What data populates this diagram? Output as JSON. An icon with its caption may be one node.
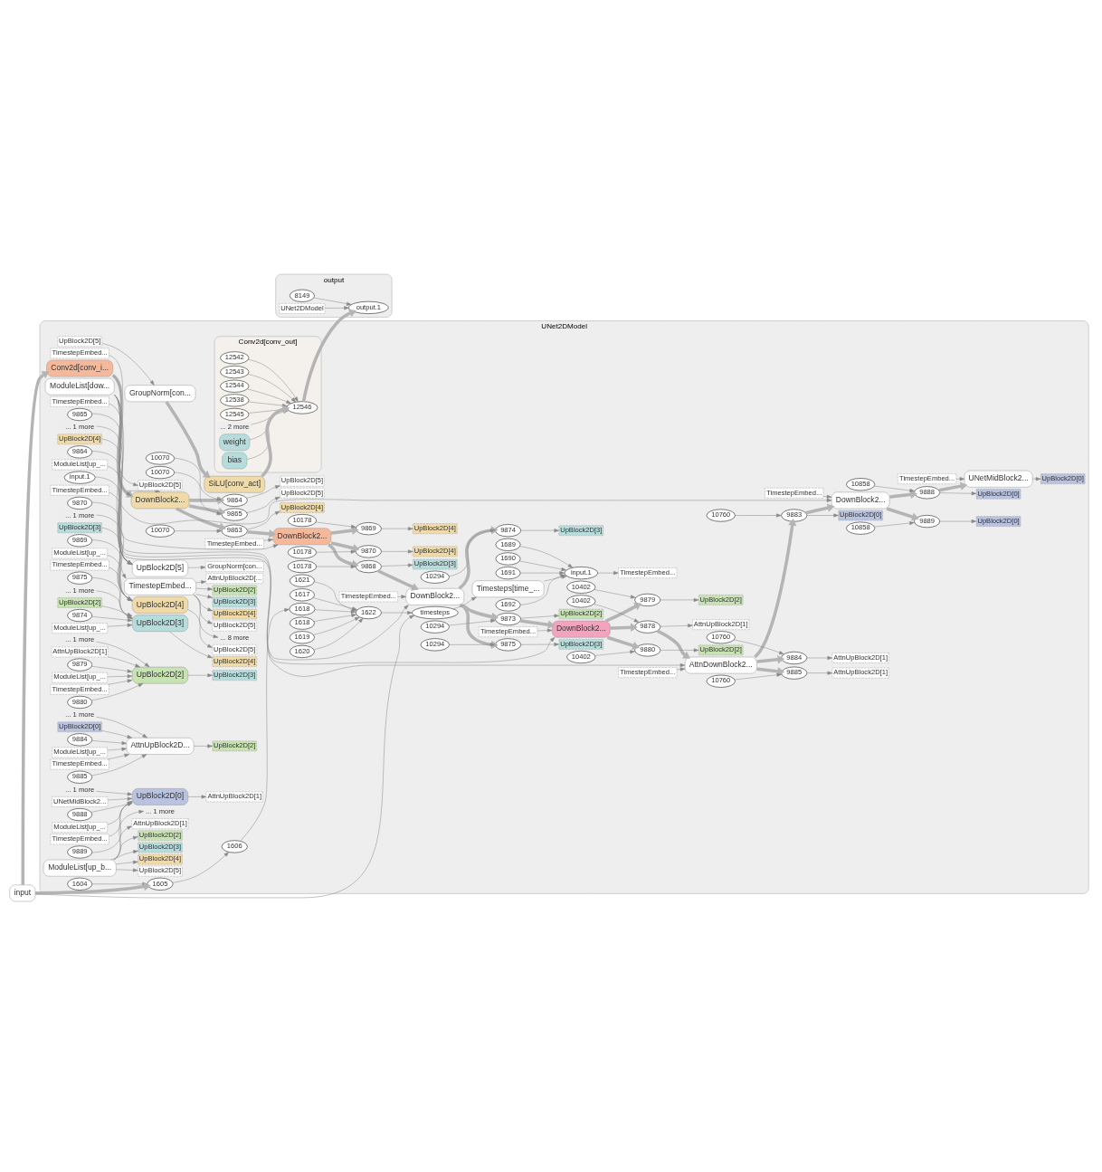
{
  "diagram": {
    "nodes": [
      {
        "text": [
          "output"
        ]
      },
      {
        "text": [
          "output.1"
        ],
        "in": 0
      },
      {
        "text": [
          "8149"
        ],
        "in": 0
      },
      {
        "text": [
          "UNet2DModel"
        ],
        "in": 0
      },
      {
        "text": [
          "UNet2DModel"
        ]
      },
      {
        "text": [
          "Conv2d[conv_out]"
        ],
        "in": 4
      },
      {
        "text": [
          "12546"
        ],
        "in": 5
      },
      {
        "text": [
          "12542"
        ],
        "in": 5
      },
      {
        "text": [
          "12543"
        ],
        "in": 5
      },
      {
        "text": [
          "12544"
        ],
        "in": 5
      },
      {
        "text": [
          "12538"
        ],
        "in": 5
      },
      {
        "text": [
          "12545"
        ],
        "in": 5
      },
      {
        "text": [
          "... 2 more"
        ],
        "in": 5
      },
      {
        "text": [
          "weight"
        ],
        "in": 5
      },
      {
        "text": [
          "bias"
        ],
        "in": 5
      },
      {
        "text": [
          "SiLU[conv_act]"
        ],
        "in": 4
      },
      {
        "text": [
          "GroupNorm[con..."
        ],
        "in": 4
      },
      {
        "text": [
          "UpBlock2D[5]"
        ],
        "in": 4
      },
      {
        "text": [
          "UNetMidBlock2..."
        ],
        "in": 4
      },
      {
        "text": [
          "TimestepEmbed..."
        ],
        "in": 4
      },
      {
        "text": [
          "UpBlock2D[0]"
        ],
        "in": 4
      },
      {
        "text": [
          "DownBlock2..."
        ],
        "in": 4
      },
      {
        "text": [
          "TimestepEmbed..."
        ],
        "in": 4
      },
      {
        "text": [
          "9888"
        ],
        "in": 4
      },
      {
        "text": [
          "10858"
        ],
        "in": 4
      },
      {
        "text": [
          "UpBlock2D[0]"
        ],
        "in": 4
      },
      {
        "text": [
          "9889"
        ],
        "in": 4
      },
      {
        "text": [
          "10858"
        ],
        "in": 4
      },
      {
        "text": [
          "UpBlock2D[0]"
        ],
        "in": 4
      },
      {
        "text": [
          "AttnDownBlock2..."
        ],
        "in": 4
      },
      {
        "text": [
          "TimestepEmbed..."
        ],
        "in": 4
      },
      {
        "text": [
          "9883"
        ],
        "in": 4
      },
      {
        "text": [
          "10760"
        ],
        "in": 4
      },
      {
        "text": [
          "UpBlock2D[0]"
        ],
        "in": 4
      },
      {
        "text": [
          "9884"
        ],
        "in": 4
      },
      {
        "text": [
          "10760"
        ],
        "in": 4
      },
      {
        "text": [
          "AttnUpBlock2D[1]"
        ],
        "in": 4
      },
      {
        "text": [
          "9885"
        ],
        "in": 4
      },
      {
        "text": [
          "10760"
        ],
        "in": 4
      },
      {
        "text": [
          "AttnUpBlock2D[1]"
        ],
        "in": 4
      },
      {
        "text": [
          "DownBlock2..."
        ],
        "in": 4
      },
      {
        "text": [
          "TimestepEmbed..."
        ],
        "in": 4
      },
      {
        "text": [
          "9878"
        ],
        "in": 4
      },
      {
        "text": [
          "10402"
        ],
        "in": 4
      },
      {
        "text": [
          "AttnUpBlock2D[1]"
        ],
        "in": 4
      },
      {
        "text": [
          "9879"
        ],
        "in": 4
      },
      {
        "text": [
          "10402"
        ],
        "in": 4
      },
      {
        "text": [
          "UpBlock2D[2]"
        ],
        "in": 4
      },
      {
        "text": [
          "9880"
        ],
        "in": 4
      },
      {
        "text": [
          "10402"
        ],
        "in": 4
      },
      {
        "text": [
          "UpBlock2D[2]"
        ],
        "in": 4
      },
      {
        "text": [
          "DownBlock2..."
        ],
        "in": 4
      },
      {
        "text": [
          "TimestepEmbed..."
        ],
        "in": 4
      },
      {
        "text": [
          "9873"
        ],
        "in": 4
      },
      {
        "text": [
          "10294"
        ],
        "in": 4
      },
      {
        "text": [
          "UpBlock2D[2]"
        ],
        "in": 4
      },
      {
        "text": [
          "9874"
        ],
        "in": 4
      },
      {
        "text": [
          "10294"
        ],
        "in": 4
      },
      {
        "text": [
          "UpBlock2D[3]"
        ],
        "in": 4
      },
      {
        "text": [
          "9875"
        ],
        "in": 4
      },
      {
        "text": [
          "10294"
        ],
        "in": 4
      },
      {
        "text": [
          "UpBlock2D[3]"
        ],
        "in": 4
      },
      {
        "text": [
          "DownBlock2..."
        ],
        "in": 4
      },
      {
        "text": [
          "TimestepEmbed..."
        ],
        "in": 4
      },
      {
        "text": [
          "9868"
        ],
        "in": 4
      },
      {
        "text": [
          "10178"
        ],
        "in": 4
      },
      {
        "text": [
          "UpBlock2D[3]"
        ],
        "in": 4
      },
      {
        "text": [
          "9869"
        ],
        "in": 4
      },
      {
        "text": [
          "10178"
        ],
        "in": 4
      },
      {
        "text": [
          "UpBlock2D[4]"
        ],
        "in": 4
      },
      {
        "text": [
          "9870"
        ],
        "in": 4
      },
      {
        "text": [
          "10178"
        ],
        "in": 4
      },
      {
        "text": [
          "UpBlock2D[4]"
        ],
        "in": 4
      },
      {
        "text": [
          "DownBlock2..."
        ],
        "in": 4
      },
      {
        "text": [
          "TimestepEmbed..."
        ],
        "in": 4
      },
      {
        "text": [
          "9863"
        ],
        "in": 4
      },
      {
        "text": [
          "10070"
        ],
        "in": 4
      },
      {
        "text": [
          "UpBlock2D[4]"
        ],
        "in": 4
      },
      {
        "text": [
          "9864"
        ],
        "in": 4
      },
      {
        "text": [
          "10070"
        ],
        "in": 4
      },
      {
        "text": [
          "UpBlock2D[5]"
        ],
        "in": 4
      },
      {
        "text": [
          "9865"
        ],
        "in": 4
      },
      {
        "text": [
          "10070"
        ],
        "in": 4
      },
      {
        "text": [
          "UpBlock2D[5]"
        ],
        "in": 4
      },
      {
        "text": [
          "Conv2d[conv_i..."
        ],
        "in": 4
      },
      {
        "text": [
          "UpBlock2D[5]"
        ],
        "in": 4
      },
      {
        "text": [
          "1605"
        ],
        "in": 4
      },
      {
        "text": [
          "1604"
        ],
        "in": 4
      },
      {
        "text": [
          "1606"
        ],
        "in": 4
      },
      {
        "text": [
          "1618"
        ],
        "in": 4
      },
      {
        "text": [
          "1622"
        ],
        "in": 4
      },
      {
        "text": [
          "1617"
        ],
        "in": 4
      },
      {
        "text": [
          "1618"
        ],
        "in": 4
      },
      {
        "text": [
          "1619"
        ],
        "in": 4
      },
      {
        "text": [
          "1620"
        ],
        "in": 4
      },
      {
        "text": [
          "1621"
        ],
        "in": 4
      },
      {
        "text": [
          "timesteps"
        ],
        "in": 4
      },
      {
        "text": [
          "Timesteps[time_..."
        ],
        "in": 4
      },
      {
        "text": [
          "input.1"
        ],
        "in": 4
      },
      {
        "text": [
          "1689"
        ],
        "in": 4
      },
      {
        "text": [
          "1690"
        ],
        "in": 4
      },
      {
        "text": [
          "1691"
        ],
        "in": 4
      },
      {
        "text": [
          "1692"
        ],
        "in": 4
      },
      {
        "text": [
          "TimestepEmbed..."
        ],
        "in": 4
      },
      {
        "text": [
          "ModuleList[dow..."
        ],
        "in": 4
      },
      {
        "text": [
          "input"
        ]
      },
      {
        "text": [
          "UpBlock2D[5]"
        ],
        "in": 4
      },
      {
        "text": [
          "UpBlock2D[4]"
        ],
        "in": 4
      },
      {
        "text": [
          "9864"
        ],
        "in": 4
      },
      {
        "text": [
          "ModuleList[up_..."
        ],
        "in": 4
      },
      {
        "text": [
          "TimestepEmbed..."
        ],
        "in": 4
      },
      {
        "text": [
          "9865"
        ],
        "in": 4
      },
      {
        "text": [
          "... 1 more"
        ],
        "in": 4
      },
      {
        "text": [
          "GroupNorm[con..."
        ],
        "in": 4
      },
      {
        "text": [
          "input.1"
        ],
        "in": 4
      },
      {
        "text": [
          "TimestepEmbed..."
        ],
        "in": 4
      },
      {
        "text": [
          "UpBlock2D[5]"
        ],
        "in": 4
      },
      {
        "text": [
          "UpBlock2D[4]"
        ],
        "in": 4
      },
      {
        "text": [
          "UpBlock2D[3]"
        ],
        "in": 4
      },
      {
        "text": [
          "UpBlock2D[2]"
        ],
        "in": 4
      },
      {
        "text": [
          "AttnUpBlock2D[..."
        ],
        "in": 4
      },
      {
        "text": [
          "... 8 more"
        ],
        "in": 4
      },
      {
        "text": [
          "UpBlock2D[4]"
        ],
        "in": 4
      },
      {
        "text": [
          "UpBlock2D[3]"
        ],
        "in": 4
      },
      {
        "text": [
          "9869"
        ],
        "in": 4
      },
      {
        "text": [
          "ModuleList[up_..."
        ],
        "in": 4
      },
      {
        "text": [
          "TimestepEmbed..."
        ],
        "in": 4
      },
      {
        "text": [
          "9870"
        ],
        "in": 4
      },
      {
        "text": [
          "... 1 more"
        ],
        "in": 4
      },
      {
        "text": [
          "UpBlock2D[5]"
        ],
        "in": 4
      },
      {
        "text": [
          "UpBlock2D[3]"
        ],
        "in": 4
      },
      {
        "text": [
          "UpBlock2D[2]"
        ],
        "in": 4
      },
      {
        "text": [
          "9874"
        ],
        "in": 4
      },
      {
        "text": [
          "ModuleList[up_..."
        ],
        "in": 4
      },
      {
        "text": [
          "TimestepEmbed..."
        ],
        "in": 4
      },
      {
        "text": [
          "9875"
        ],
        "in": 4
      },
      {
        "text": [
          "... 1 more"
        ],
        "in": 4
      },
      {
        "text": [
          "UpBlock2D[4]"
        ],
        "in": 4
      },
      {
        "text": [
          "UpBlock2D[2]"
        ],
        "in": 4
      },
      {
        "text": [
          "AttnUpBlock2D[1]"
        ],
        "in": 4
      },
      {
        "text": [
          "9879"
        ],
        "in": 4
      },
      {
        "text": [
          "ModuleList[up_..."
        ],
        "in": 4
      },
      {
        "text": [
          "TimestepEmbed..."
        ],
        "in": 4
      },
      {
        "text": [
          "9880"
        ],
        "in": 4
      },
      {
        "text": [
          "... 1 more"
        ],
        "in": 4
      },
      {
        "text": [
          "UpBlock2D[3]"
        ],
        "in": 4
      },
      {
        "text": [
          "AttnUpBlock2D..."
        ],
        "in": 4
      },
      {
        "text": [
          "UpBlock2D[0]"
        ],
        "in": 4
      },
      {
        "text": [
          "9884"
        ],
        "in": 4
      },
      {
        "text": [
          "ModuleList[up_..."
        ],
        "in": 4
      },
      {
        "text": [
          "TimestepEmbed..."
        ],
        "in": 4
      },
      {
        "text": [
          "9885"
        ],
        "in": 4
      },
      {
        "text": [
          "... 1 more"
        ],
        "in": 4
      },
      {
        "text": [
          "UpBlock2D[2]"
        ],
        "in": 4
      },
      {
        "text": [
          "UpBlock2D[0]"
        ],
        "in": 4
      },
      {
        "text": [
          "UNetMidBlock2..."
        ],
        "in": 4
      },
      {
        "text": [
          "9888"
        ],
        "in": 4
      },
      {
        "text": [
          "ModuleList[up_..."
        ],
        "in": 4
      },
      {
        "text": [
          "TimestepEmbed..."
        ],
        "in": 4
      },
      {
        "text": [
          "9889"
        ],
        "in": 4
      },
      {
        "text": [
          "... 1 more"
        ],
        "in": 4
      },
      {
        "text": [
          "AttnUpBlock2D[1]"
        ],
        "in": 4
      },
      {
        "text": [
          "ModuleList[up_b..."
        ],
        "in": 4
      },
      {
        "text": [
          "UpBlock2D[5]"
        ],
        "in": 4
      },
      {
        "text": [
          "UpBlock2D[4]"
        ],
        "in": 4
      },
      {
        "text": [
          "UpBlock2D[3]"
        ],
        "in": 4
      },
      {
        "text": [
          "UpBlock2D[2]"
        ],
        "in": 4
      },
      {
        "text": [
          "AttnUpBlock2D[1]"
        ],
        "in": 4
      },
      {
        "text": [
          "... 1 more"
        ],
        "in": 4
      }
    ],
    "edges": [
      {
        "from": 2,
        "to": 1,
        "arrow": "to"
      },
      {
        "from": 3,
        "to": 1,
        "arrow": "to"
      },
      {
        "from": 6,
        "to": 1,
        "arrow": "to",
        "style": "thick"
      },
      {
        "from": 7,
        "to": 6,
        "arrow": "to"
      },
      {
        "from": 8,
        "to": 6,
        "arrow": "to"
      },
      {
        "from": 9,
        "to": 6,
        "arrow": "to"
      },
      {
        "from": 10,
        "to": 6,
        "arrow": "to"
      },
      {
        "from": 11,
        "to": 6,
        "arrow": "to"
      },
      {
        "from": 12,
        "to": 6,
        "arrow": "to"
      },
      {
        "from": 13,
        "to": 6,
        "arrow": "none"
      },
      {
        "from": 14,
        "to": 6,
        "arrow": "none"
      },
      {
        "from": 16,
        "to": 15,
        "arrow": "to",
        "style": "thick"
      },
      {
        "from": 15,
        "to": 6,
        "arrow": "to",
        "style": "thick"
      },
      {
        "from": 17,
        "to": 16,
        "arrow": "to"
      },
      {
        "from": 19,
        "to": 18,
        "arrow": "to"
      },
      {
        "from": 18,
        "to": 20,
        "arrow": "to"
      },
      {
        "from": 22,
        "to": 21,
        "arrow": "to"
      },
      {
        "from": 24,
        "to": 23,
        "arrow": "to"
      },
      {
        "from": 23,
        "to": 25,
        "arrow": "to"
      },
      {
        "from": 21,
        "to": 23,
        "arrow": "to",
        "style": "thick"
      },
      {
        "from": 23,
        "to": 18,
        "arrow": "to",
        "style": "thick"
      },
      {
        "from": 27,
        "to": 26,
        "arrow": "to"
      },
      {
        "from": 26,
        "to": 28,
        "arrow": "to"
      },
      {
        "from": 21,
        "to": 26,
        "arrow": "to",
        "style": "thick"
      },
      {
        "from": 30,
        "to": 29,
        "arrow": "to"
      },
      {
        "from": 32,
        "to": 31,
        "arrow": "to"
      },
      {
        "from": 31,
        "to": 33,
        "arrow": "to"
      },
      {
        "from": 29,
        "to": 31,
        "arrow": "to",
        "style": "thick"
      },
      {
        "from": 31,
        "to": 21,
        "arrow": "to",
        "style": "thick"
      },
      {
        "from": 35,
        "to": 34,
        "arrow": "to"
      },
      {
        "from": 34,
        "to": 36,
        "arrow": "to"
      },
      {
        "from": 29,
        "to": 34,
        "arrow": "to",
        "style": "thick"
      },
      {
        "from": 38,
        "to": 37,
        "arrow": "to"
      },
      {
        "from": 37,
        "to": 39,
        "arrow": "to"
      },
      {
        "from": 29,
        "to": 37,
        "arrow": "to",
        "style": "thick"
      },
      {
        "from": 41,
        "to": 40,
        "arrow": "to"
      },
      {
        "from": 43,
        "to": 42,
        "arrow": "to"
      },
      {
        "from": 42,
        "to": 44,
        "arrow": "to"
      },
      {
        "from": 40,
        "to": 42,
        "arrow": "to",
        "style": "thick"
      },
      {
        "from": 42,
        "to": 29,
        "arrow": "to",
        "style": "thick"
      },
      {
        "from": 46,
        "to": 45,
        "arrow": "to"
      },
      {
        "from": 45,
        "to": 47,
        "arrow": "to"
      },
      {
        "from": 40,
        "to": 45,
        "arrow": "to",
        "style": "thick"
      },
      {
        "from": 49,
        "to": 48,
        "arrow": "to"
      },
      {
        "from": 48,
        "to": 50,
        "arrow": "to"
      },
      {
        "from": 40,
        "to": 48,
        "arrow": "to",
        "style": "thick"
      },
      {
        "from": 52,
        "to": 51,
        "arrow": "to"
      },
      {
        "from": 54,
        "to": 53,
        "arrow": "to"
      },
      {
        "from": 53,
        "to": 55,
        "arrow": "to"
      },
      {
        "from": 51,
        "to": 53,
        "arrow": "to",
        "style": "thick"
      },
      {
        "from": 53,
        "to": 40,
        "arrow": "to",
        "style": "thick"
      },
      {
        "from": 57,
        "to": 56,
        "arrow": "to"
      },
      {
        "from": 56,
        "to": 58,
        "arrow": "to"
      },
      {
        "from": 51,
        "to": 56,
        "arrow": "to",
        "style": "thick"
      },
      {
        "from": 60,
        "to": 59,
        "arrow": "to"
      },
      {
        "from": 59,
        "to": 61,
        "arrow": "to"
      },
      {
        "from": 51,
        "to": 59,
        "arrow": "to",
        "style": "thick"
      },
      {
        "from": 63,
        "to": 62,
        "arrow": "to"
      },
      {
        "from": 65,
        "to": 64,
        "arrow": "to"
      },
      {
        "from": 64,
        "to": 66,
        "arrow": "to"
      },
      {
        "from": 62,
        "to": 64,
        "arrow": "to",
        "style": "thick"
      },
      {
        "from": 64,
        "to": 51,
        "arrow": "to",
        "style": "thick"
      },
      {
        "from": 68,
        "to": 67,
        "arrow": "to"
      },
      {
        "from": 67,
        "to": 69,
        "arrow": "to"
      },
      {
        "from": 62,
        "to": 67,
        "arrow": "to",
        "style": "thick"
      },
      {
        "from": 71,
        "to": 70,
        "arrow": "to"
      },
      {
        "from": 70,
        "to": 72,
        "arrow": "to"
      },
      {
        "from": 62,
        "to": 70,
        "arrow": "to",
        "style": "thick"
      },
      {
        "from": 74,
        "to": 73,
        "arrow": "to"
      },
      {
        "from": 76,
        "to": 75,
        "arrow": "to"
      },
      {
        "from": 75,
        "to": 77,
        "arrow": "to"
      },
      {
        "from": 73,
        "to": 75,
        "arrow": "to",
        "style": "thick"
      },
      {
        "from": 75,
        "to": 62,
        "arrow": "to",
        "style": "thick"
      },
      {
        "from": 79,
        "to": 78,
        "arrow": "to"
      },
      {
        "from": 78,
        "to": 80,
        "arrow": "to"
      },
      {
        "from": 73,
        "to": 78,
        "arrow": "to",
        "style": "thick"
      },
      {
        "from": 82,
        "to": 81,
        "arrow": "to"
      },
      {
        "from": 81,
        "to": 83,
        "arrow": "to"
      },
      {
        "from": 73,
        "to": 81,
        "arrow": "to",
        "style": "thick"
      },
      {
        "from": 84,
        "to": 85,
        "arrow": "to"
      },
      {
        "from": 84,
        "to": 73,
        "arrow": "to",
        "style": "thick"
      },
      {
        "from": 87,
        "to": 86,
        "arrow": "to"
      },
      {
        "from": 86,
        "to": 88,
        "arrow": "to"
      },
      {
        "from": 88,
        "to": 89,
        "arrow": "to"
      },
      {
        "from": 89,
        "to": 90,
        "arrow": "to"
      },
      {
        "from": 91,
        "to": 90,
        "arrow": "to"
      },
      {
        "from": 92,
        "to": 90,
        "arrow": "to"
      },
      {
        "from": 93,
        "to": 90,
        "arrow": "to"
      },
      {
        "from": 94,
        "to": 90,
        "arrow": "to"
      },
      {
        "from": 95,
        "to": 90,
        "arrow": "to"
      },
      {
        "from": 90,
        "to": 96,
        "arrow": "to"
      },
      {
        "from": 96,
        "to": 97,
        "arrow": "to"
      },
      {
        "from": 97,
        "to": 98,
        "arrow": "to"
      },
      {
        "from": 99,
        "to": 98,
        "arrow": "to"
      },
      {
        "from": 100,
        "to": 98,
        "arrow": "to"
      },
      {
        "from": 101,
        "to": 98,
        "arrow": "to"
      },
      {
        "from": 102,
        "to": 98,
        "arrow": "to"
      },
      {
        "from": 98,
        "to": 103,
        "arrow": "to"
      },
      {
        "from": 104,
        "to": 73,
        "arrow": "to"
      },
      {
        "from": 104,
        "to": 62,
        "arrow": "to"
      },
      {
        "from": 104,
        "to": 51,
        "arrow": "to"
      },
      {
        "from": 104,
        "to": 40,
        "arrow": "to"
      },
      {
        "from": 104,
        "to": 29,
        "arrow": "to"
      },
      {
        "from": 104,
        "to": 21,
        "arrow": "to"
      },
      {
        "from": 105,
        "to": 86,
        "arrow": "to",
        "style": "thick"
      },
      {
        "from": 105,
        "to": 84,
        "arrow": "to",
        "style": "thick"
      },
      {
        "from": 105,
        "to": 96,
        "arrow": "to"
      },
      {
        "from": 107,
        "to": 106,
        "arrow": "to"
      },
      {
        "from": 108,
        "to": 106,
        "arrow": "to"
      },
      {
        "from": 109,
        "to": 106,
        "arrow": "to"
      },
      {
        "from": 110,
        "to": 106,
        "arrow": "to"
      },
      {
        "from": 111,
        "to": 106,
        "arrow": "to"
      },
      {
        "from": 112,
        "to": 106,
        "arrow": "to"
      },
      {
        "from": 106,
        "to": 113,
        "arrow": "to"
      },
      {
        "from": 114,
        "to": 115,
        "arrow": "to"
      },
      {
        "from": 115,
        "to": 116,
        "arrow": "to"
      },
      {
        "from": 115,
        "to": 117,
        "arrow": "to"
      },
      {
        "from": 115,
        "to": 118,
        "arrow": "to"
      },
      {
        "from": 115,
        "to": 119,
        "arrow": "to"
      },
      {
        "from": 115,
        "to": 120,
        "arrow": "to"
      },
      {
        "from": 115,
        "to": 121,
        "arrow": "to"
      },
      {
        "from": 123,
        "to": 122,
        "arrow": "to"
      },
      {
        "from": 124,
        "to": 122,
        "arrow": "to"
      },
      {
        "from": 125,
        "to": 122,
        "arrow": "to"
      },
      {
        "from": 126,
        "to": 122,
        "arrow": "to"
      },
      {
        "from": 127,
        "to": 122,
        "arrow": "to"
      },
      {
        "from": 128,
        "to": 122,
        "arrow": "to"
      },
      {
        "from": 122,
        "to": 129,
        "arrow": "to"
      },
      {
        "from": 131,
        "to": 130,
        "arrow": "to"
      },
      {
        "from": 132,
        "to": 130,
        "arrow": "to"
      },
      {
        "from": 133,
        "to": 130,
        "arrow": "to"
      },
      {
        "from": 134,
        "to": 130,
        "arrow": "to"
      },
      {
        "from": 135,
        "to": 130,
        "arrow": "to"
      },
      {
        "from": 136,
        "to": 130,
        "arrow": "to"
      },
      {
        "from": 130,
        "to": 137,
        "arrow": "to"
      },
      {
        "from": 139,
        "to": 138,
        "arrow": "to"
      },
      {
        "from": 140,
        "to": 138,
        "arrow": "to"
      },
      {
        "from": 141,
        "to": 138,
        "arrow": "to"
      },
      {
        "from": 142,
        "to": 138,
        "arrow": "to"
      },
      {
        "from": 143,
        "to": 138,
        "arrow": "to"
      },
      {
        "from": 144,
        "to": 138,
        "arrow": "to"
      },
      {
        "from": 138,
        "to": 145,
        "arrow": "to"
      },
      {
        "from": 147,
        "to": 146,
        "arrow": "to"
      },
      {
        "from": 148,
        "to": 146,
        "arrow": "to"
      },
      {
        "from": 149,
        "to": 146,
        "arrow": "to"
      },
      {
        "from": 150,
        "to": 146,
        "arrow": "to"
      },
      {
        "from": 151,
        "to": 146,
        "arrow": "to"
      },
      {
        "from": 152,
        "to": 146,
        "arrow": "to"
      },
      {
        "from": 146,
        "to": 153,
        "arrow": "to"
      },
      {
        "from": 155,
        "to": 154,
        "arrow": "to"
      },
      {
        "from": 156,
        "to": 154,
        "arrow": "to"
      },
      {
        "from": 157,
        "to": 154,
        "arrow": "to"
      },
      {
        "from": 158,
        "to": 154,
        "arrow": "to"
      },
      {
        "from": 159,
        "to": 154,
        "arrow": "to"
      },
      {
        "from": 160,
        "to": 154,
        "arrow": "to"
      },
      {
        "from": 154,
        "to": 161,
        "arrow": "to"
      },
      {
        "from": 162,
        "to": 163,
        "arrow": "to"
      },
      {
        "from": 162,
        "to": 164,
        "arrow": "to"
      },
      {
        "from": 162,
        "to": 165,
        "arrow": "to"
      },
      {
        "from": 162,
        "to": 166,
        "arrow": "to"
      },
      {
        "from": 162,
        "to": 167,
        "arrow": "to"
      },
      {
        "from": 162,
        "to": 168,
        "arrow": "to"
      }
    ]
  }
}
